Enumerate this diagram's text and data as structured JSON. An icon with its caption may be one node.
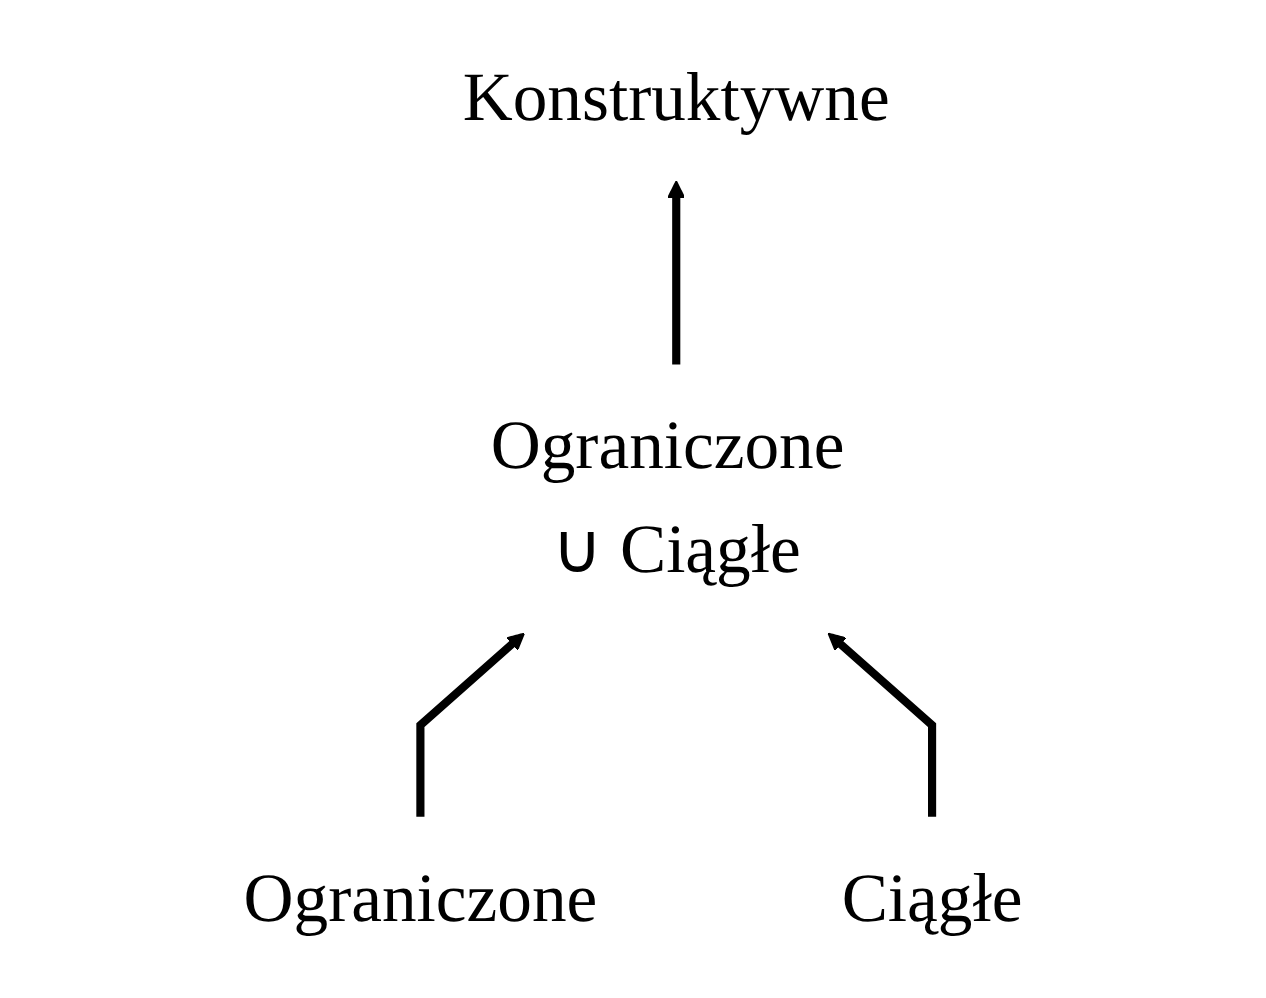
{
  "diagram": {
    "nodes": [
      {
        "text": [
          "Konstruktywne"
        ]
      },
      {
        "text": [
          "Ograniczone ∪ Ciągłe"
        ]
      },
      {
        "text": [
          "Ograniczone"
        ]
      },
      {
        "text": [
          "Ciągłe"
        ]
      }
    ],
    "edges": [
      {
        "from": 1,
        "to": 0,
        "arrow": "to"
      },
      {
        "from": 2,
        "to": 1,
        "arrow": "to"
      },
      {
        "from": 3,
        "to": 1,
        "arrow": "to"
      }
    ]
  }
}
